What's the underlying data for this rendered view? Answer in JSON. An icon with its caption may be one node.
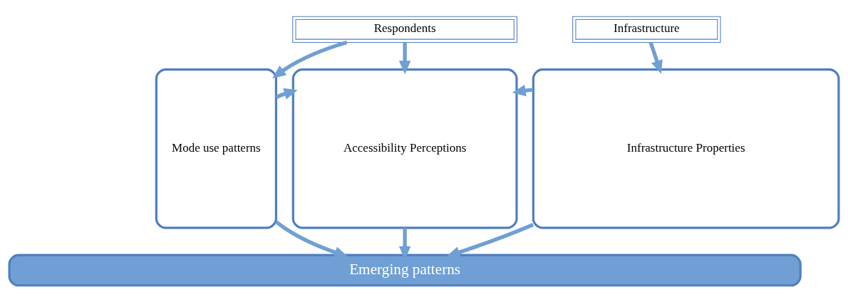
{
  "diagram": {
    "nodes": [
      {
        "text": [
          "Respondents"
        ]
      },
      {
        "text": [
          "Infrastructure"
        ]
      },
      {
        "text": [
          "Mode use patterns"
        ]
      },
      {
        "text": [
          "Accessibility Perceptions"
        ]
      },
      {
        "text": [
          "Infrastructure Properties"
        ]
      },
      {
        "text": [
          "Emerging patterns"
        ]
      }
    ],
    "edges": [
      {
        "from": 0,
        "to": 2,
        "arrow": "to"
      },
      {
        "from": 0,
        "to": 3,
        "arrow": "to"
      },
      {
        "from": 1,
        "to": 4,
        "arrow": "to"
      },
      {
        "from": 2,
        "to": 3,
        "arrow": "to"
      },
      {
        "from": 4,
        "to": 3,
        "arrow": "to"
      },
      {
        "from": 2,
        "to": 5,
        "arrow": "to"
      },
      {
        "from": 3,
        "to": 5,
        "arrow": "to"
      },
      {
        "from": 4,
        "to": 5,
        "arrow": "to"
      }
    ]
  }
}
